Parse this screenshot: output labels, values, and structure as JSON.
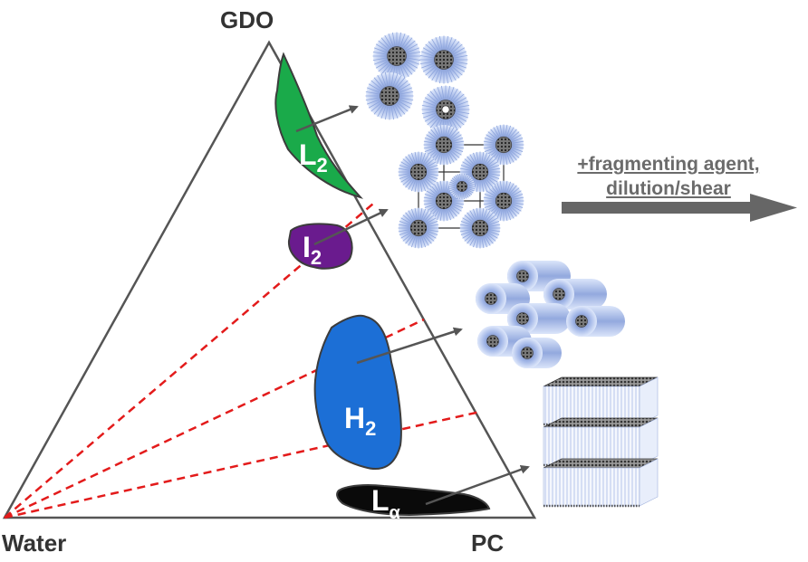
{
  "vertices": {
    "top": "GDO",
    "left": "Water",
    "right": "PC"
  },
  "process": {
    "line1": "+fragmenting agent,",
    "line2": "dilution/shear"
  },
  "phases": [
    {
      "main": "L",
      "sub": "2",
      "color": "#1aaa4a"
    },
    {
      "main": "I",
      "sub": "2",
      "color": "#6a1b8e"
    },
    {
      "main": "H",
      "sub": "2",
      "color": "#1c6fd6"
    },
    {
      "main": "L",
      "sub": "α",
      "color": "#0a0a0a"
    }
  ],
  "colors": {
    "triangle": "#555555",
    "dashed": "#e31b1b",
    "arrow": "#555555",
    "micelle_shell": "#a9bde8",
    "micelle_core": "#333333",
    "bilayer_top": "#444444"
  },
  "structures": [
    "micelle-cluster-icon",
    "cubic-lattice-icon",
    "hexagonal-cylinders-icon",
    "lamellar-stack-icon"
  ]
}
